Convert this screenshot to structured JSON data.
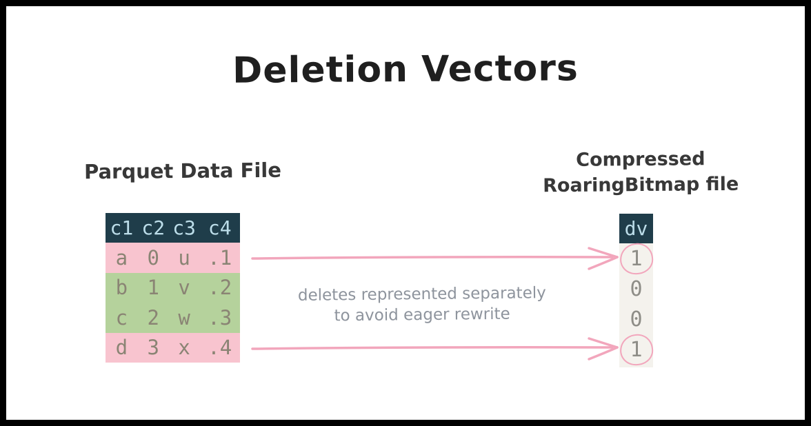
{
  "title": "Deletion Vectors",
  "parquet": {
    "label": "Parquet Data File",
    "headers": [
      "c1",
      "c2",
      "c3",
      "c4"
    ],
    "rows": [
      {
        "cells": [
          "a",
          "0",
          "u",
          ".1"
        ],
        "deleted": true
      },
      {
        "cells": [
          "b",
          "1",
          "v",
          ".2"
        ],
        "deleted": false
      },
      {
        "cells": [
          "c",
          "2",
          "w",
          ".3"
        ],
        "deleted": false
      },
      {
        "cells": [
          "d",
          "3",
          "x",
          ".4"
        ],
        "deleted": true
      }
    ]
  },
  "bitmap": {
    "label_line1": "Compressed",
    "label_line2": "RoaringBitmap file",
    "header": "dv",
    "values": [
      {
        "value": "1",
        "circled": true
      },
      {
        "value": "0",
        "circled": false
      },
      {
        "value": "0",
        "circled": false
      },
      {
        "value": "1",
        "circled": true
      }
    ]
  },
  "annotation": {
    "line1": "deletes represented separately",
    "line2": "to avoid eager rewrite"
  },
  "colors": {
    "header_bg": "#1f3d4a",
    "header_text": "#bcdde9",
    "deleted_row_bg": "#f8c4cf",
    "kept_row_bg": "#b5d29c",
    "row_text": "#8a8474",
    "dv_body_bg": "#f4f2ed",
    "dv_text": "#8e8d87",
    "accent_pink": "#f2a6bc",
    "annotation_text": "#8e949d",
    "ink": "#1f1f1f"
  }
}
